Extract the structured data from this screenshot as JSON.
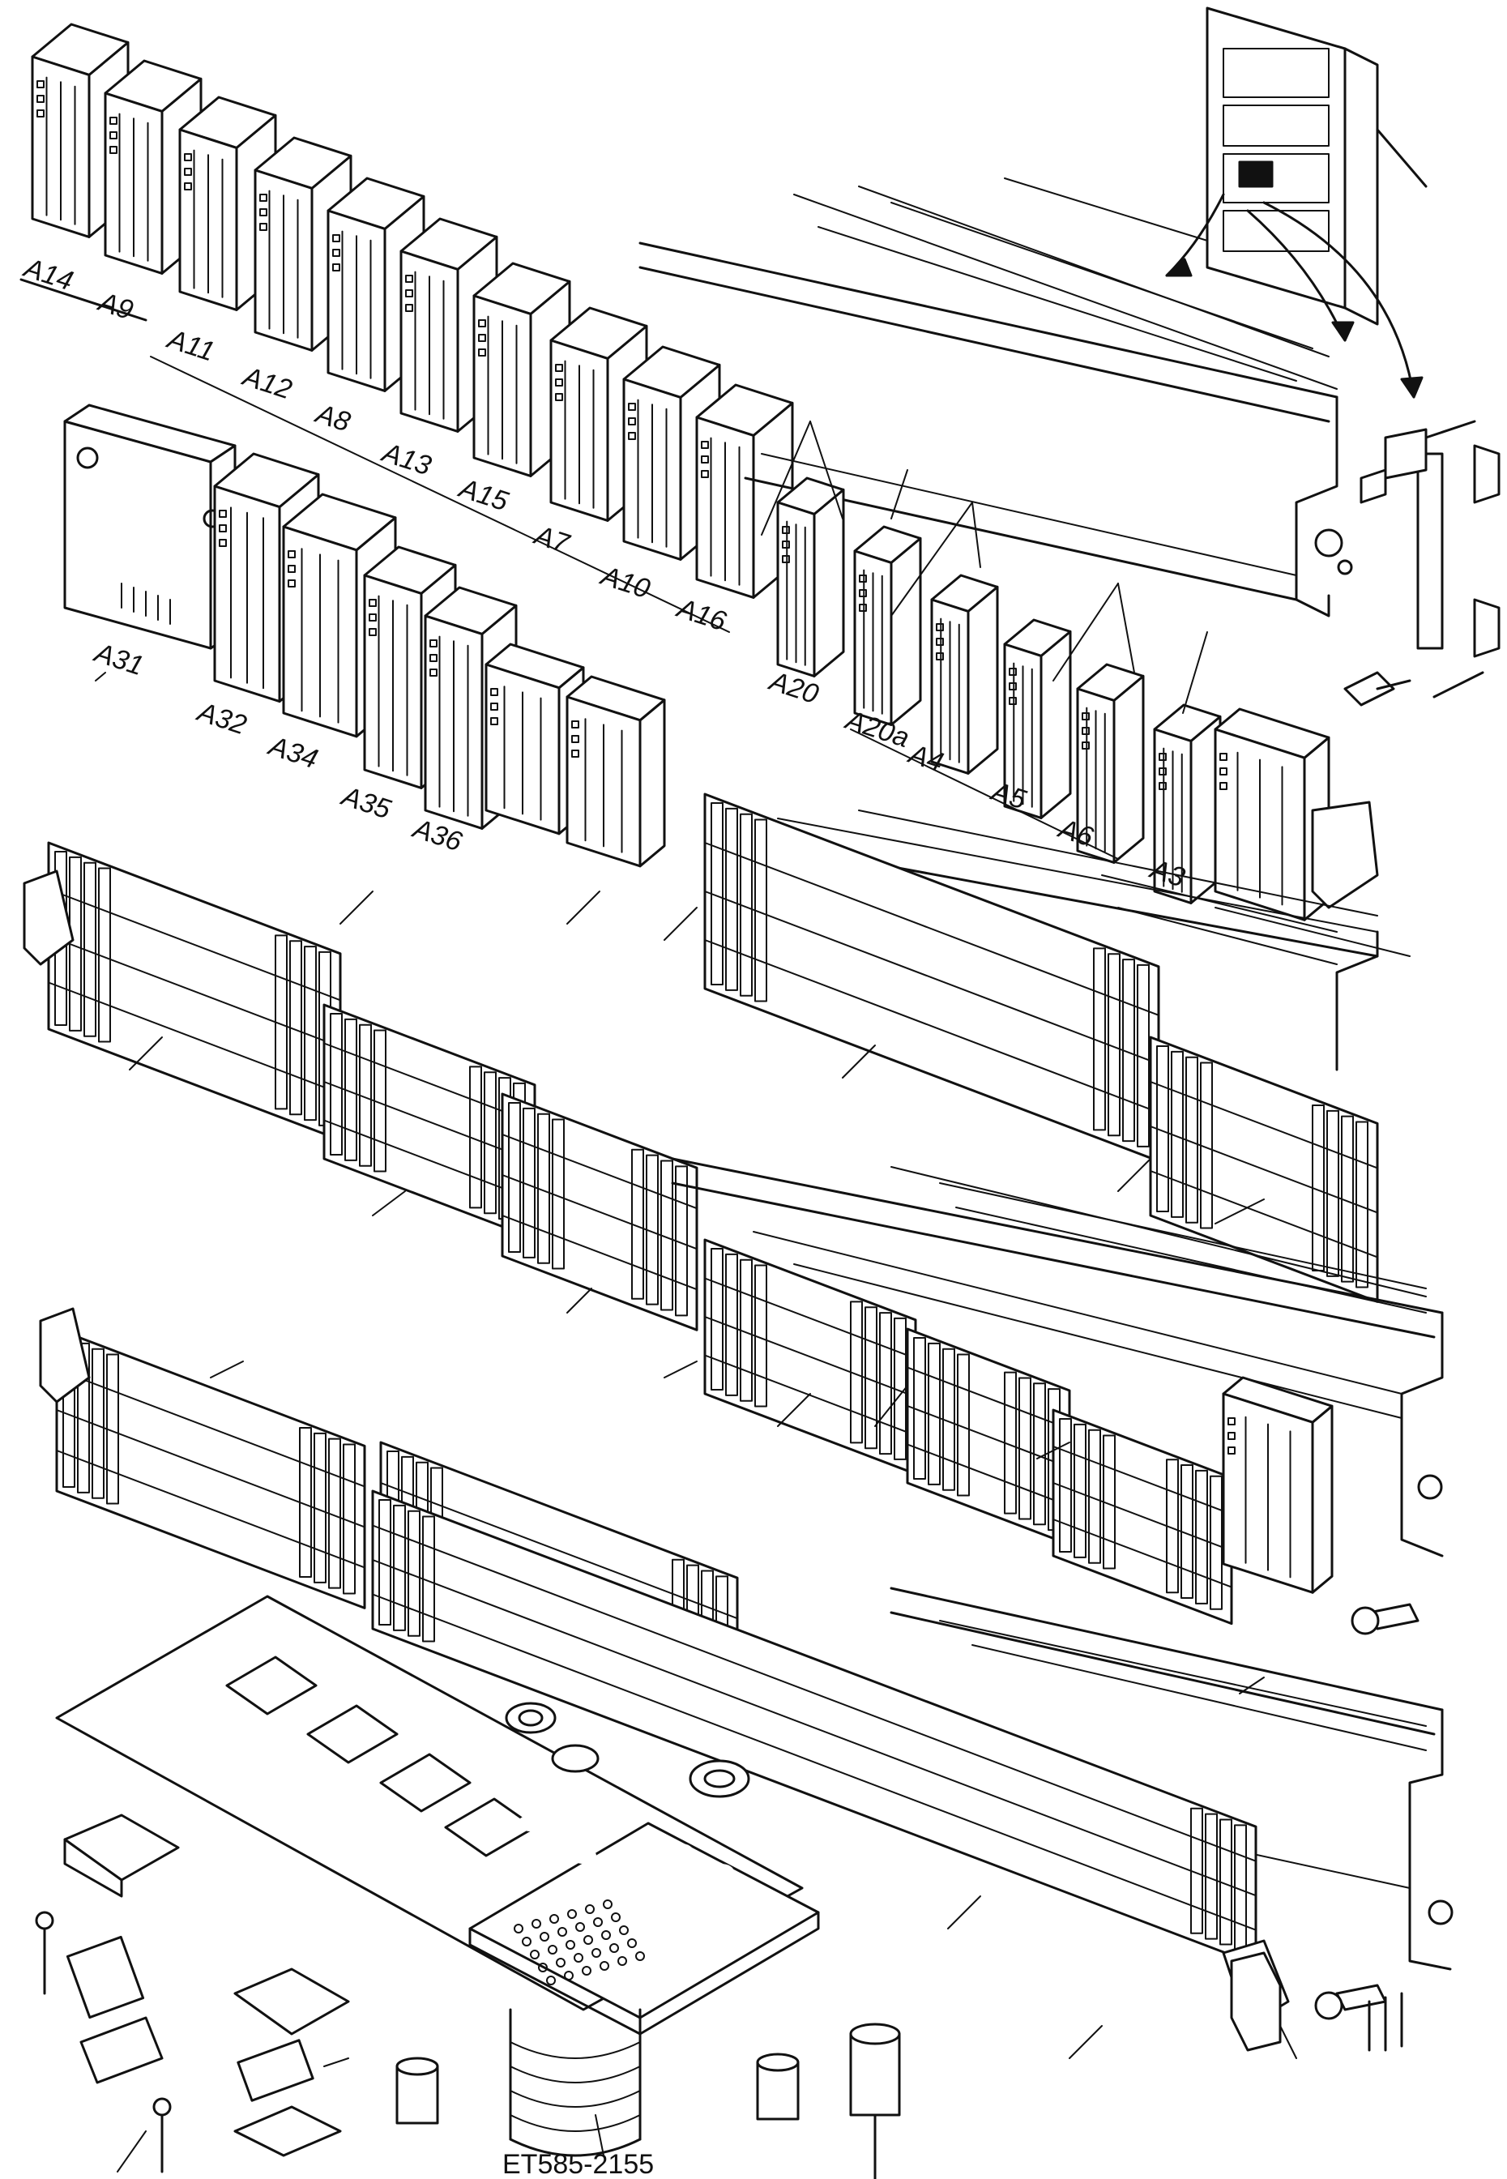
{
  "drawing_ref": "ET585-2155",
  "module_labels": {
    "a14": "A14",
    "a9": "A9",
    "a11": "A11",
    "a12": "A12",
    "a8": "A8",
    "a13": "A13",
    "a15": "A15",
    "a7": "A7",
    "a10": "A10",
    "a16": "A16",
    "a31": "A31",
    "a32": "A32",
    "a34": "A34",
    "a35": "A35",
    "a36": "A36",
    "a20": "A20",
    "a20a": "A20a",
    "a4": "A4",
    "a5": "A5",
    "a6": "A6",
    "a3": "A3"
  },
  "colors": {
    "ink": "#111111",
    "paper": "#ffffff"
  }
}
